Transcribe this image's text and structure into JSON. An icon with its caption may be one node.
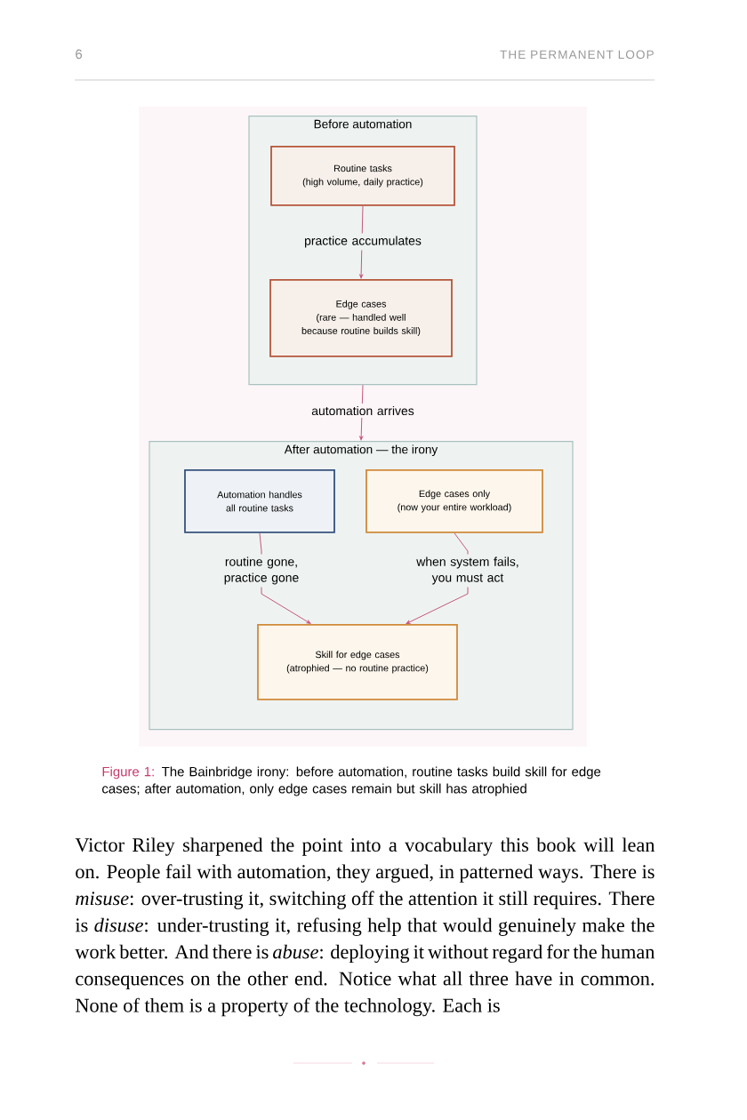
{
  "diagram": {
    "caption": "The Bainbridge irony: before automation, routine tasks build skill for edge cases; after automation, only edge cases remain but skill has atrophied",
    "nodes": [
      {
        "text": [
          "Before automation"
        ]
      },
      {
        "text": [
          "Routine tasks",
          "(high volume, daily practice)"
        ],
        "in": 0
      },
      {
        "text": [
          "Edge cases",
          "(rare — handled well because routine builds skill)"
        ],
        "in": 0
      },
      {
        "text": [
          "After automation — the irony"
        ]
      },
      {
        "text": [
          "Automation handles all routine tasks"
        ],
        "in": 3
      },
      {
        "text": [
          "Edge cases only",
          "(now your entire workload)"
        ],
        "in": 3
      },
      {
        "text": [
          "Skill for edge cases",
          "(atrophied — no routine practice)"
        ],
        "in": 3
      }
    ],
    "edges": [
      {
        "from": 1,
        "to": 2,
        "arrow": "to",
        "label": "practice accumulates"
      },
      {
        "from": 0,
        "to": 3,
        "arrow": "to",
        "label": "automation arrives"
      },
      {
        "from": 4,
        "to": 6,
        "arrow": "to",
        "label": "routine gone, practice gone"
      },
      {
        "from": 5,
        "to": 6,
        "arrow": "to",
        "label": "when system fails, you must act"
      }
    ],
    "labels": [
      "6",
      "THE PERMANENT LOOP",
      "Figure 1:",
      "Victor Riley sharpened the point into a vocabulary this book will lean on. People fail with automation, they argued, in patterned ways. There is *misuse*: over-trusting it, switching off the attention it still requires. There is *disuse*: under-trusting it, refusing help that would genuinely make the work better. And there is *abuse*: deploying it without regard for the human consequences on the other end. Notice what all three have in common. None of them is a property of the technology. Each is"
    ]
  }
}
